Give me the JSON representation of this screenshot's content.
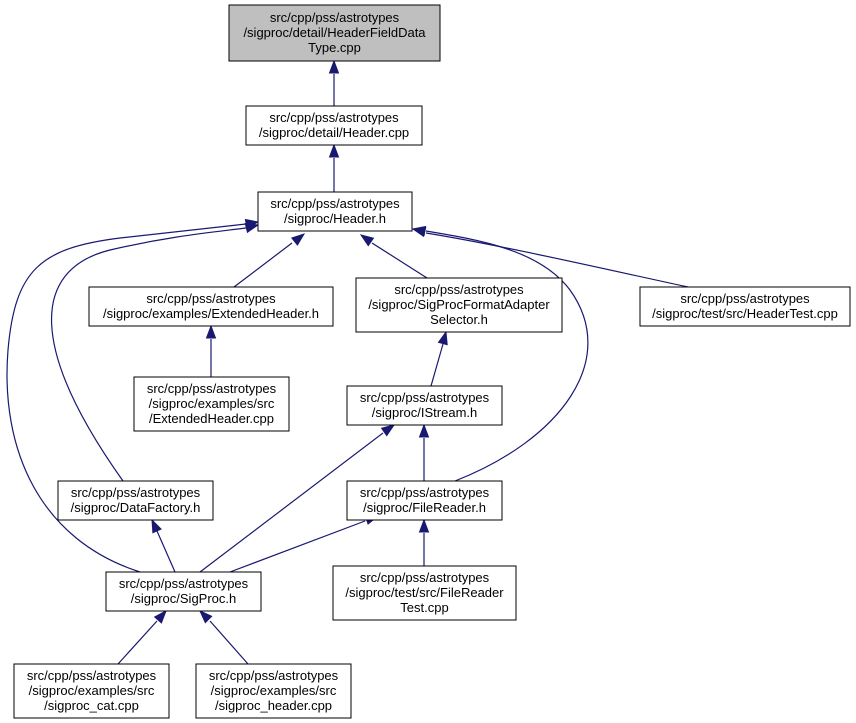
{
  "graph": {
    "type": "include-dependency-graph",
    "colors": {
      "edge": "#191970",
      "root_fill": "#bfbfbf",
      "node_fill": "#ffffff",
      "node_border": "#000000"
    },
    "nodes": [
      {
        "id": "hfdt",
        "root": true,
        "lines": [
          "src/cpp/pss/astrotypes",
          "/sigproc/detail/HeaderFieldData",
          "Type.cpp"
        ]
      },
      {
        "id": "hdrcpp",
        "lines": [
          "src/cpp/pss/astrotypes",
          "/sigproc/detail/Header.cpp"
        ]
      },
      {
        "id": "hdrh",
        "lines": [
          "src/cpp/pss/astrotypes",
          "/sigproc/Header.h"
        ]
      },
      {
        "id": "exth",
        "lines": [
          "src/cpp/pss/astrotypes",
          "/sigproc/examples/ExtendedHeader.h"
        ]
      },
      {
        "id": "spfas",
        "lines": [
          "src/cpp/pss/astrotypes",
          "/sigproc/SigProcFormatAdapter",
          "Selector.h"
        ]
      },
      {
        "id": "hdrtest",
        "lines": [
          "src/cpp/pss/astrotypes",
          "/sigproc/test/src/HeaderTest.cpp"
        ]
      },
      {
        "id": "extcpp",
        "lines": [
          "src/cpp/pss/astrotypes",
          "/sigproc/examples/src",
          "/ExtendedHeader.cpp"
        ]
      },
      {
        "id": "istream",
        "lines": [
          "src/cpp/pss/astrotypes",
          "/sigproc/IStream.h"
        ]
      },
      {
        "id": "dataf",
        "lines": [
          "src/cpp/pss/astrotypes",
          "/sigproc/DataFactory.h"
        ]
      },
      {
        "id": "freader",
        "lines": [
          "src/cpp/pss/astrotypes",
          "/sigproc/FileReader.h"
        ]
      },
      {
        "id": "sigproc",
        "lines": [
          "src/cpp/pss/astrotypes",
          "/sigproc/SigProc.h"
        ]
      },
      {
        "id": "frtest",
        "lines": [
          "src/cpp/pss/astrotypes",
          "/sigproc/test/src/FileReader",
          "Test.cpp"
        ]
      },
      {
        "id": "cat",
        "lines": [
          "src/cpp/pss/astrotypes",
          "/sigproc/examples/src",
          "/sigproc_cat.cpp"
        ]
      },
      {
        "id": "hdrcpp2",
        "lines": [
          "src/cpp/pss/astrotypes",
          "/sigproc/examples/src",
          "/sigproc_header.cpp"
        ]
      }
    ],
    "edges": [
      {
        "from": "hdrcpp",
        "to": "hfdt"
      },
      {
        "from": "hdrh",
        "to": "hdrcpp"
      },
      {
        "from": "exth",
        "to": "hdrh"
      },
      {
        "from": "spfas",
        "to": "hdrh"
      },
      {
        "from": "hdrtest",
        "to": "hdrh"
      },
      {
        "from": "dataf",
        "to": "hdrh"
      },
      {
        "from": "sigproc",
        "to": "hdrh"
      },
      {
        "from": "freader",
        "to": "hdrh"
      },
      {
        "from": "extcpp",
        "to": "exth"
      },
      {
        "from": "istream",
        "to": "spfas"
      },
      {
        "from": "freader",
        "to": "istream"
      },
      {
        "from": "sigproc",
        "to": "istream"
      },
      {
        "from": "sigproc",
        "to": "dataf"
      },
      {
        "from": "sigproc",
        "to": "freader"
      },
      {
        "from": "frtest",
        "to": "freader"
      },
      {
        "from": "cat",
        "to": "sigproc"
      },
      {
        "from": "hdrcpp2",
        "to": "sigproc"
      }
    ]
  }
}
